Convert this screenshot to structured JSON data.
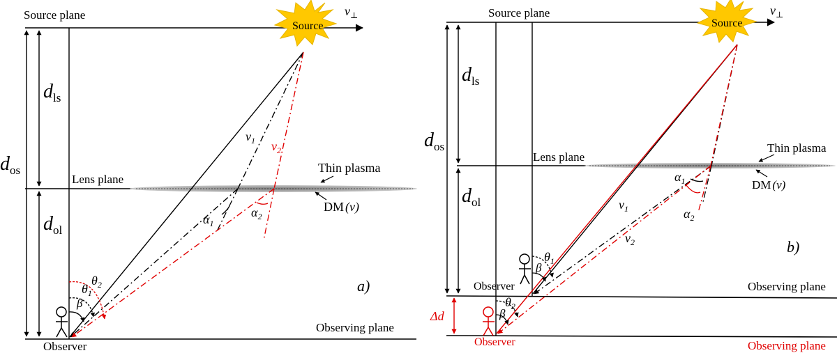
{
  "colors": {
    "black": "#000000",
    "red": "#e00000",
    "star": "#ffc800",
    "star_edge": "#e6b400",
    "plasma": "#9a9a9a"
  },
  "icons": [
    "source-star-icon",
    "observer-stick-figure-icon",
    "plasma-ellipse-icon"
  ],
  "panel_a": {
    "source_plane": "Source plane",
    "source": "Source",
    "v_perp": "v",
    "v_perp_sub": "⊥",
    "d_ls": "d",
    "d_ls_sub": "ls",
    "d_os": "d",
    "d_os_sub": "os",
    "d_ol": "d",
    "d_ol_sub": "ol",
    "lens_plane": "Lens plane",
    "thin_plasma": "Thin plasma",
    "dm_text": "DM",
    "dm_arg": "(ν)",
    "nu1": "ν",
    "nu1_sub": "1",
    "nu2": "ν",
    "nu2_sub": "2",
    "alpha1": "α",
    "alpha1_sub": "1",
    "alpha2": "α",
    "alpha2_sub": "2",
    "theta1": "θ",
    "theta1_sub": "1",
    "theta2": "θ",
    "theta2_sub": "2",
    "beta": "β",
    "observer": "Observer",
    "observing_plane": "Observing plane",
    "panel_label": "a)"
  },
  "panel_b": {
    "source_plane": "Source plane",
    "source": "Source",
    "v_perp": "v",
    "v_perp_sub": "⊥",
    "d_ls": "d",
    "d_ls_sub": "ls",
    "d_os": "d",
    "d_os_sub": "os",
    "d_ol": "d",
    "d_ol_sub": "ol",
    "lens_plane": "Lens plane",
    "thin_plasma": "Thin plasma",
    "dm_text": "DM",
    "dm_arg": "(ν)",
    "nu1": "ν",
    "nu1_sub": "1",
    "nu2": "ν",
    "nu2_sub": "2",
    "alpha1": "α",
    "alpha1_sub": "1",
    "alpha2": "α",
    "alpha2_sub": "2",
    "theta1": "θ",
    "theta1_sub": "1",
    "theta2": "θ",
    "theta2_sub": "2",
    "beta_top": "β",
    "beta_bottom": "β",
    "observer_top": "Observer",
    "observing_plane_top": "Observing plane",
    "delta_d": "Δd",
    "observer_bottom": "Observer",
    "observing_plane_bottom": "Observing plane",
    "panel_label": "b)"
  }
}
